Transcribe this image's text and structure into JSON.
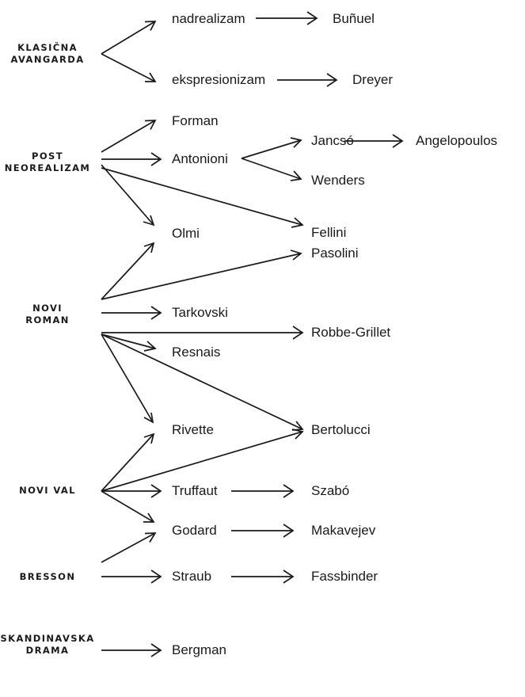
{
  "groups": {
    "klasicna_avangarda": [
      "KLASIČNA",
      "AVANGARDA"
    ],
    "post_neorealizam": [
      "POST",
      "NEOREALIZAM"
    ],
    "novi_roman": [
      "NOVI",
      "ROMAN"
    ],
    "novi_val": [
      "NOVI VAL"
    ],
    "bresson": [
      "BRESSON"
    ],
    "skandinavska_drama": [
      "SKANDINAVSKA",
      "DRAMA"
    ]
  },
  "nodes": {
    "nadrealizam": "nadrealizam",
    "bunuel": "Buñuel",
    "ekspresionizam": "ekspresionizam",
    "dreyer": "Dreyer",
    "forman": "Forman",
    "antonioni": "Antonioni",
    "jancso": "Jancsó",
    "angelopoulos": "Angelopoulos",
    "wenders": "Wenders",
    "olmi": "Olmi",
    "fellini": "Fellini",
    "pasolini": "Pasolini",
    "tarkovski": "Tarkovski",
    "robbe_grillet": "Robbe-Grillet",
    "resnais": "Resnais",
    "rivette": "Rivette",
    "bertolucci": "Bertolucci",
    "truffaut": "Truffaut",
    "szabo": "Szabó",
    "godard": "Godard",
    "makavejev": "Makavejev",
    "straub": "Straub",
    "fassbinder": "Fassbinder",
    "bergman": "Bergman"
  }
}
